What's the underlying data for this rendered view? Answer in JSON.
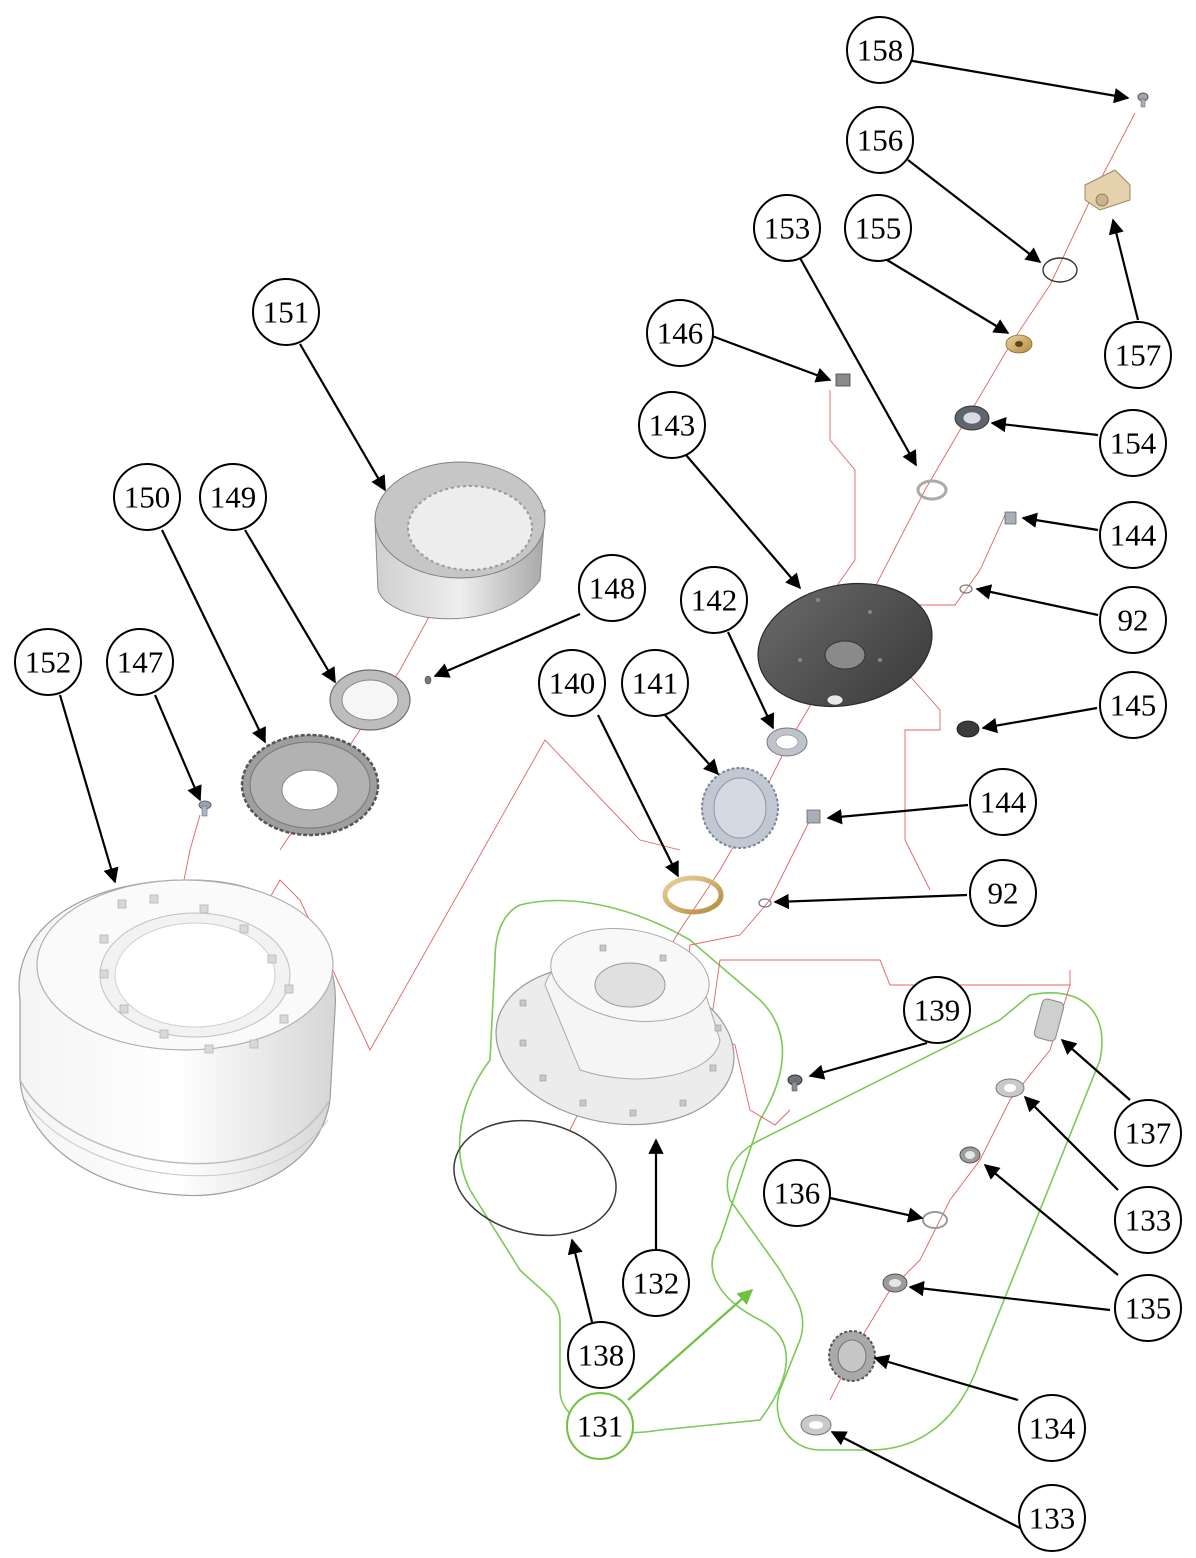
{
  "callouts": {
    "c158": "158",
    "c156": "156",
    "c153": "153",
    "c155": "155",
    "c157": "157",
    "c146": "146",
    "c151": "151",
    "c143": "143",
    "c154": "154",
    "c144a": "144",
    "c150": "150",
    "c149": "149",
    "c148": "148",
    "c142": "142",
    "c92a": "92",
    "c152": "152",
    "c147": "147",
    "c140": "140",
    "c141": "141",
    "c145": "145",
    "c144b": "144",
    "c92b": "92",
    "c139": "139",
    "c137": "137",
    "c136": "136",
    "c133a": "133",
    "c135": "135",
    "c132": "132",
    "c138": "138",
    "c134": "134",
    "c131": "131",
    "c133b": "133"
  },
  "colors": {
    "callout_stroke": "#000000",
    "group_callout": "#6fc13f",
    "assembly_path": "#e46060",
    "group_outline": "#7dc955",
    "brass": "#c9a35a",
    "dark_part": "#4a4a4a"
  }
}
